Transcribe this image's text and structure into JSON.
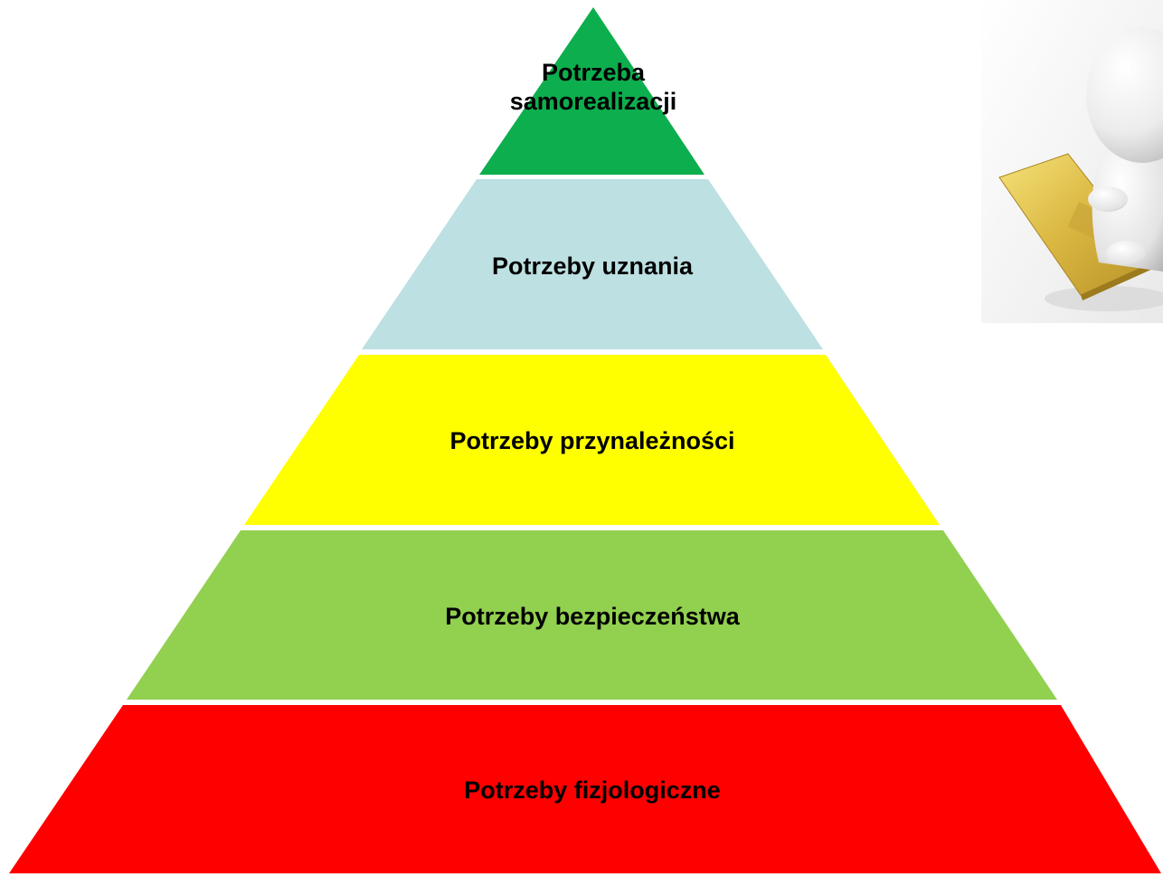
{
  "pyramid": {
    "levels": [
      {
        "label_line1": "Potrzeba",
        "label_line2": "samorealizacji",
        "color": "#0DAE4E"
      },
      {
        "label": "Potrzeby uznania",
        "color": "#BDE0E2"
      },
      {
        "label": "Potrzeby przynależności",
        "color": "#FFFF00"
      },
      {
        "label": "Potrzeby bezpieczeństwa",
        "color": "#92D050"
      },
      {
        "label": "Potrzeby fizjologiczne",
        "color": "#FF0000"
      }
    ]
  },
  "illustration": {
    "icon": "figure-with-golden-card-icon"
  }
}
